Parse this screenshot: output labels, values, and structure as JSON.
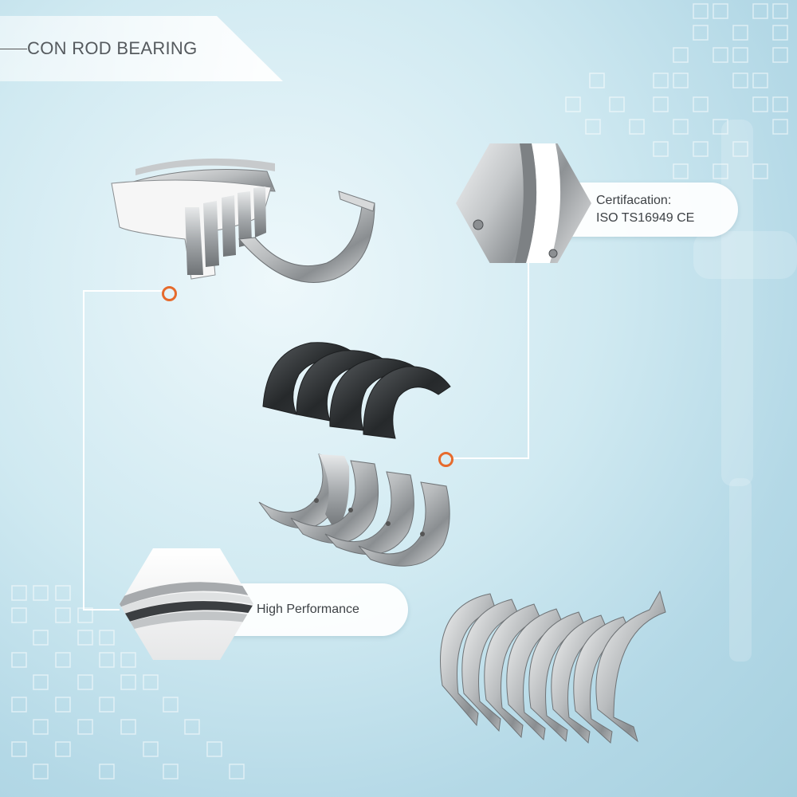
{
  "title": "CON ROD BEARING",
  "callouts": {
    "certification_line1": "Certifacation:",
    "certification_line2": "ISO TS16949 CE",
    "performance": "High Performance"
  },
  "colors": {
    "accent": "#e66a2c",
    "background": "#c6e4ee",
    "text": "#3e4246"
  }
}
